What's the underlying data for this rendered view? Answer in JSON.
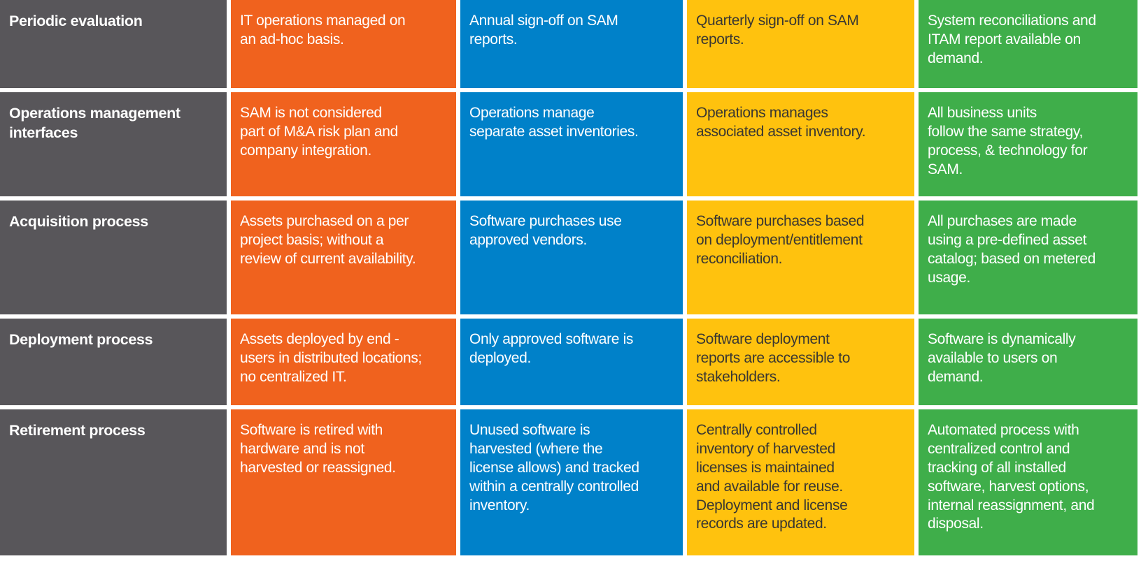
{
  "colors": {
    "header_column_bg": "#58565A",
    "level1_orange_bg": "#F0621E",
    "level2_blue_bg": "#0081C9",
    "level3_yellow_bg": "#FFC20E",
    "level4_green_bg": "#3FAE4A",
    "text_on_color": "#FFFFFF",
    "text_on_yellow": "#3A3732",
    "gutter": "#FFFFFF"
  },
  "table": {
    "rows": [
      {
        "header": "Periodic evaluation",
        "cells": [
          "IT operations managed on\nan ad-hoc basis.",
          "Annual sign-off on SAM\nreports.",
          "Quarterly sign-off on SAM\nreports.",
          "System reconciliations and\nITAM report available on\ndemand."
        ]
      },
      {
        "header": "Operations management\ninterfaces",
        "cells": [
          "SAM is not considered\npart of M&A risk plan and\ncompany integration.",
          "Operations manage\nseparate asset inventories.",
          "Operations manages\nassociated asset inventory.",
          "All business units\nfollow the same strategy,\nprocess, & technology for\nSAM."
        ]
      },
      {
        "header": "Acquisition process",
        "cells": [
          "Assets purchased on a per\nproject basis; without a\nreview of current availability.",
          "Software purchases use\napproved vendors.",
          "Software purchases based\non deployment/entitlement\nreconciliation.",
          "All purchases are made\nusing a pre-defined asset\ncatalog; based on metered\nusage."
        ]
      },
      {
        "header": "Deployment process",
        "cells": [
          "Assets deployed by end -\nusers in distributed locations;\nno centralized IT.",
          "Only approved software is\ndeployed.",
          "Software deployment\nreports are accessible to\nstakeholders.",
          "Software is dynamically\navailable to users on\ndemand."
        ]
      },
      {
        "header": "Retirement process",
        "cells": [
          "Software is retired with\nhardware and is not\nharvested or reassigned.",
          "Unused software is\nharvested (where the\nlicense allows) and tracked\nwithin a centrally controlled\ninventory.",
          "Centrally controlled\ninventory of harvested\nlicenses is maintained\nand available for reuse.\nDeployment and license\nrecords are updated.",
          "Automated process with\ncentralized control and\ntracking of all installed\nsoftware, harvest options,\ninternal reassignment, and\ndisposal."
        ]
      }
    ]
  }
}
